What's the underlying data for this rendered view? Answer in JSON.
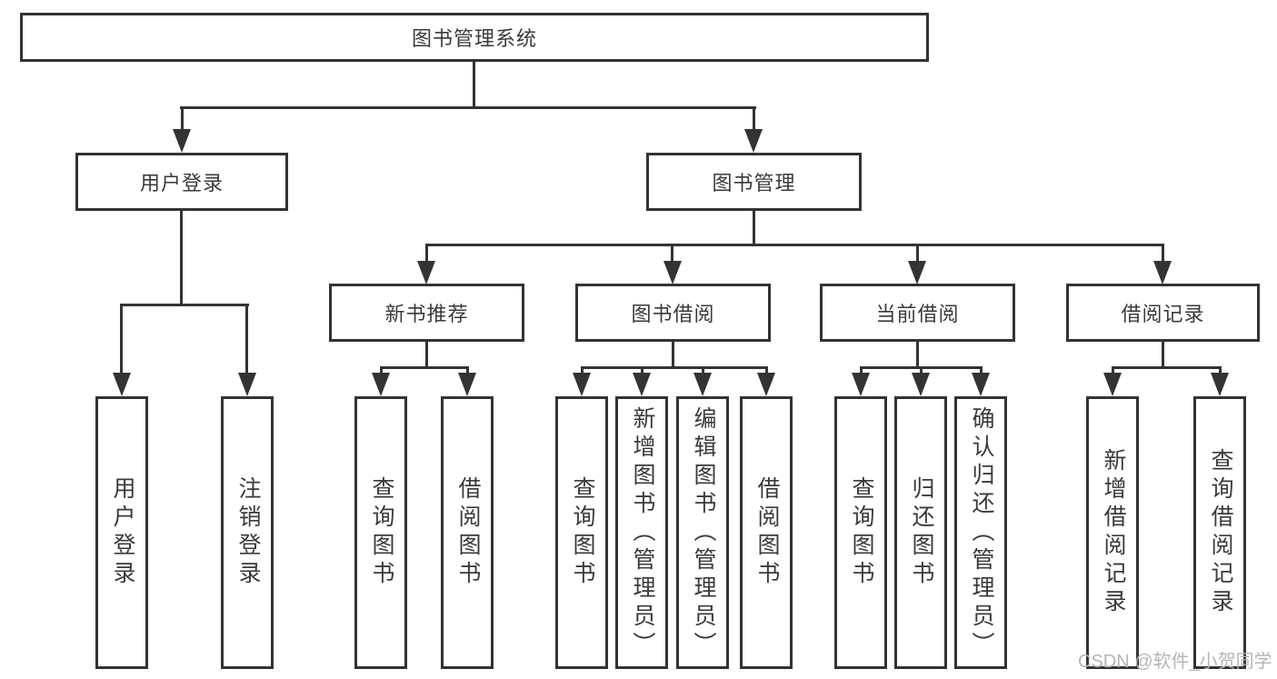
{
  "tree": {
    "label": "图书管理系统",
    "children": [
      {
        "label": "用户登录",
        "children": [
          {
            "label": "用户登录"
          },
          {
            "label": "注销登录"
          }
        ]
      },
      {
        "label": "图书管理",
        "children": [
          {
            "label": "新书推荐",
            "children": [
              {
                "label": "查询图书"
              },
              {
                "label": "借阅图书"
              }
            ]
          },
          {
            "label": "图书借阅",
            "children": [
              {
                "label": "查询图书"
              },
              {
                "label": "新增图书（管理员）"
              },
              {
                "label": "编辑图书（管理员）"
              },
              {
                "label": "借阅图书"
              }
            ]
          },
          {
            "label": "当前借阅",
            "children": [
              {
                "label": "查询图书"
              },
              {
                "label": "归还图书"
              },
              {
                "label": "确认归还（管理员）"
              }
            ]
          },
          {
            "label": "借阅记录",
            "children": [
              {
                "label": "新增借阅记录"
              },
              {
                "label": "查询借阅记录"
              }
            ]
          }
        ]
      }
    ]
  },
  "watermark": {
    "text": "CSDN @软件_小贺同学"
  },
  "colors": {
    "line": "#333333",
    "box_bg": "#ffffff",
    "text": "#3a3a3a",
    "watermark": "#b5b5b5"
  }
}
